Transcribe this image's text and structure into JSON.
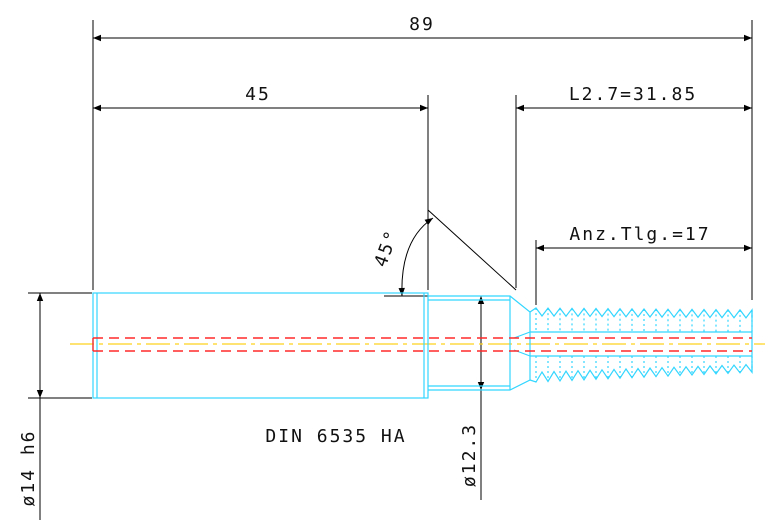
{
  "dimensions": {
    "overall_length": "89",
    "shank_length": "45",
    "thread_length": "L2.7=31.85",
    "thread_count": "Anz.Tlg.=17",
    "chamfer_angle": "45°",
    "shank_diameter": "ø14 h6",
    "neck_diameter": "ø12.3"
  },
  "standard_label": "DIN 6535 HA",
  "colors": {
    "part_outline": "#33d6ff",
    "bore": "#ff2a2a",
    "center_axis": "#ffd21f",
    "dimension": "#000000"
  }
}
